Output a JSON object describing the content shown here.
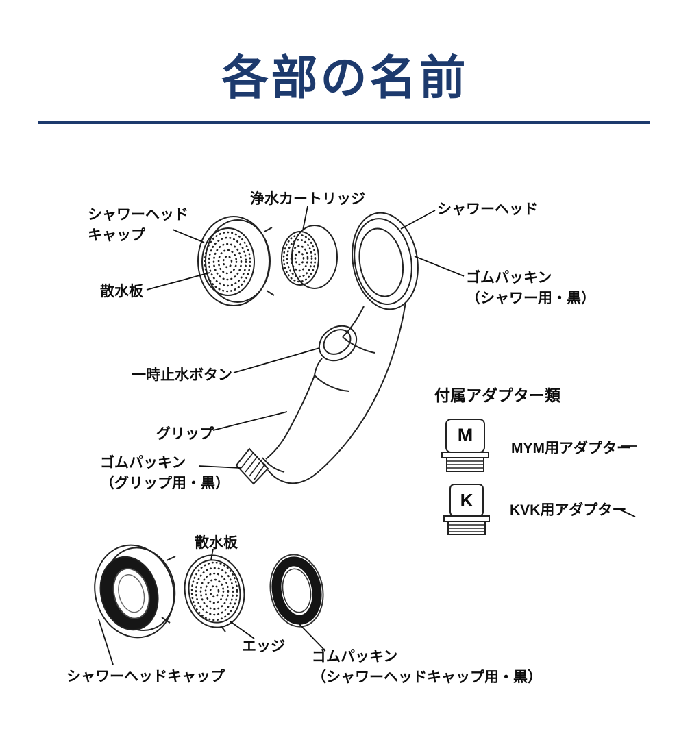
{
  "title": "各部の名前",
  "accent_color": "#1d3a6d",
  "line_art_color": "#222222",
  "part_labels": {
    "shower_head_cap_top": "シャワーヘッド\nキャップ",
    "water_filter_cartridge": "浄水カートリッジ",
    "shower_head": "シャワーヘッド",
    "spray_plate_top": "散水板",
    "rubber_packing_shower": "ゴムパッキン\n（シャワー用・黒）",
    "pause_water_button": "一時止水ボタン",
    "grip": "グリップ",
    "rubber_packing_grip": "ゴムパッキン\n（グリップ用・黒）",
    "spray_plate_bottom": "散水板",
    "edge": "エッジ",
    "shower_head_cap_bottom": "シャワーヘッドキャップ",
    "rubber_packing_cap": "ゴムパッキン\n（シャワーヘッドキャップ用・黒）"
  },
  "adapters": {
    "heading": "付属アダプター類",
    "items": [
      {
        "mark": "M",
        "label": "MYM用アダプター"
      },
      {
        "mark": "K",
        "label": "KVK用アダプター"
      }
    ]
  }
}
